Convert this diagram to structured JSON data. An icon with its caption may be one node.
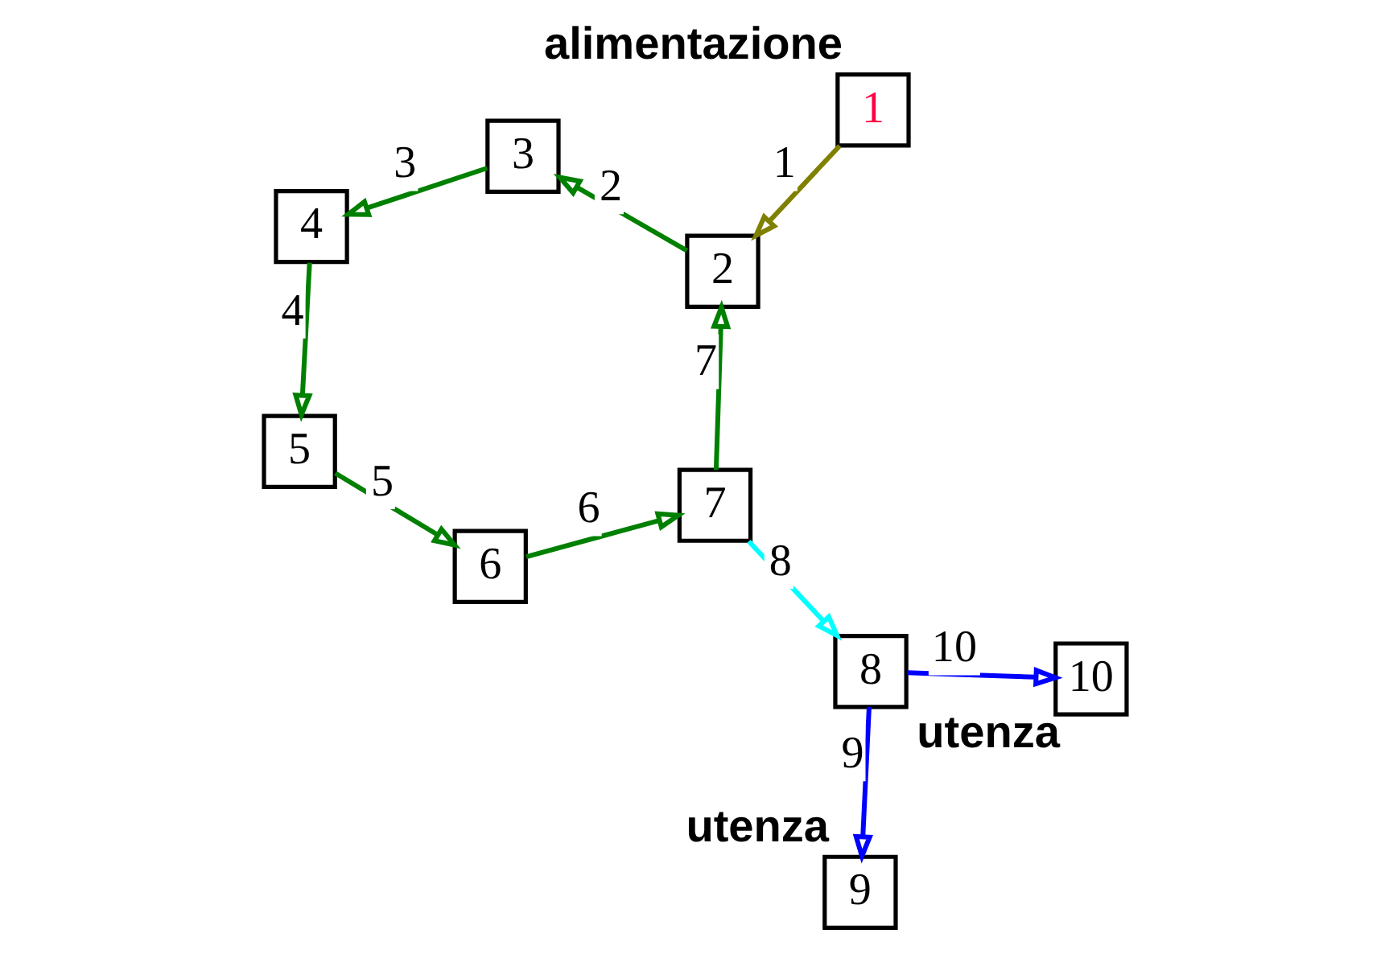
{
  "diagram": {
    "nodes": [
      {
        "text": [
          "1"
        ],
        "beside": [
          "alimentazione"
        ]
      },
      {
        "text": [
          "2"
        ]
      },
      {
        "text": [
          "3"
        ]
      },
      {
        "text": [
          "4"
        ]
      },
      {
        "text": [
          "5"
        ]
      },
      {
        "text": [
          "6"
        ]
      },
      {
        "text": [
          "7"
        ]
      },
      {
        "text": [
          "8"
        ]
      },
      {
        "text": [
          "9"
        ],
        "beside": [
          "utenza"
        ]
      },
      {
        "text": [
          "10"
        ],
        "beside": [
          "utenza"
        ]
      }
    ],
    "edges": [
      {
        "from": 0,
        "to": 1,
        "arrow": "to",
        "label": "1",
        "color": "#808000"
      },
      {
        "from": 1,
        "to": 2,
        "arrow": "to",
        "label": "2"
      },
      {
        "from": 2,
        "to": 3,
        "arrow": "to",
        "label": "3"
      },
      {
        "from": 3,
        "to": 4,
        "arrow": "to",
        "label": "4"
      },
      {
        "from": 4,
        "to": 5,
        "arrow": "to",
        "label": "5"
      },
      {
        "from": 5,
        "to": 6,
        "arrow": "to",
        "label": "6"
      },
      {
        "from": 6,
        "to": 1,
        "arrow": "to",
        "label": "7"
      },
      {
        "from": 6,
        "to": 7,
        "arrow": "to",
        "label": "8",
        "color": "#00ffff"
      },
      {
        "from": 7,
        "to": 8,
        "arrow": "to",
        "label": "9",
        "color": "#0000ff"
      },
      {
        "from": 7,
        "to": 9,
        "arrow": "to",
        "label": "10",
        "color": "#0000ff"
      }
    ]
  }
}
